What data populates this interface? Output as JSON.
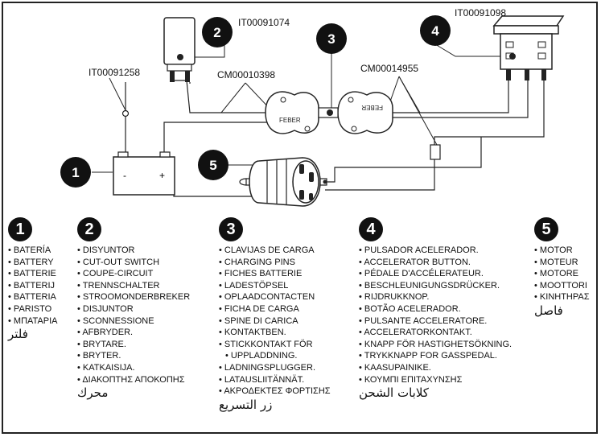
{
  "diagram": {
    "codes": {
      "cutout": "IT00091074",
      "fuse": "IT00091258",
      "charging_pins": "CM00010398",
      "wire": "CM00014955",
      "button": "IT00091098"
    },
    "badges": [
      "1",
      "2",
      "3",
      "4",
      "5"
    ],
    "feber_label": "FEBER",
    "battery_minus": "-",
    "battery_plus": "+"
  },
  "legend": [
    {
      "number": "1",
      "items": [
        "BATERÍA",
        "BATTERY",
        "BATTERIE",
        "BATTERIJ",
        "BATTERIA",
        "PARISTO",
        "ΜΠΑΤΑΡΙΑ"
      ],
      "arabic": "فلتر"
    },
    {
      "number": "2",
      "items": [
        "DISYUNTOR",
        "CUT-OUT SWITCH",
        "COUPE-CIRCUIT",
        "TRENNSCHALTER",
        "STROOMONDERBREKER",
        "DISJUNTOR",
        "SCONNESSIONE",
        "AFBRYDER.",
        "BRYTARE.",
        "BRYTER.",
        "KATKAISIJA.",
        "ΔΙΑΚΟΠΤΗΣ ΑΠΟΚΟΠΗΣ"
      ],
      "arabic": "محرك"
    },
    {
      "number": "3",
      "items": [
        "CLAVIJAS DE CARGA",
        "CHARGING PINS",
        "FICHES BATTERIE",
        "LADESTÖPSEL",
        "OPLAADCONTACTEN",
        "FICHA DE CARGA",
        "SPINE DI CARICA",
        "KONTAKTBEN.",
        "STICKKONTAKT FÖR",
        "UPPLADDNING.",
        "LADNINGSPLUGGER.",
        "LATAUSLIITÄNNÄT.",
        "ΑΚΡΟΔΕΚΤΕΣ ΦΟΡΤΙΣΗΣ"
      ],
      "arabic": "زر التسريع"
    },
    {
      "number": "4",
      "items": [
        "PULSADOR ACELERADOR.",
        "ACCELERATOR BUTTON.",
        "PÉDALE D'ACCÉLERATEUR.",
        "BESCHLEUNIGUNGSDRÜCKER.",
        "RIJDRUKKNOP.",
        "BOTÃO ACELERADOR.",
        "PULSANTE ACCELERATORE.",
        "ACCELERATORKONTAKT.",
        "KNAPP FÖR HASTIGHETSÖKNING.",
        "TRYKKNAPP FOR GASSPEDAL.",
        "KAASUPAINIKE.",
        "ΚΟΥΜΠΙ ΕΠΙΤΑΧΥΝΣΗΣ"
      ],
      "arabic": "كلابات الشحن"
    },
    {
      "number": "5",
      "items": [
        "MOTOR",
        "MOTEUR",
        "MOTORE",
        "MOOTTORI",
        "ΚΙΝΗΤΗΡΑΣ"
      ],
      "arabic": "فاصل"
    }
  ]
}
